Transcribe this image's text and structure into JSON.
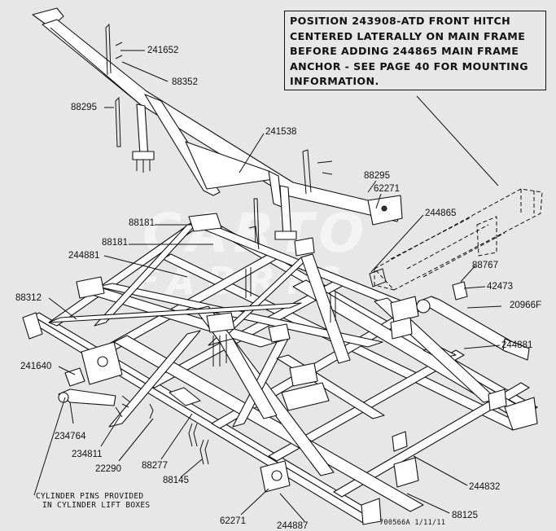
{
  "note": {
    "lines": [
      "POSITION 243908-ATD FRONT HITCH",
      "CENTERED LATERALLY ON MAIN FRAME",
      "BEFORE ADDING 244865 MAIN FRAME",
      "ANCHOR - SEE PAGE 40 FOR MOUNTING",
      "INFORMATION."
    ]
  },
  "labels": {
    "p241652": "241652",
    "p88352": "88352",
    "p88295a": "88295",
    "p241538": "241538",
    "p88295b": "88295",
    "p62271a": "62271",
    "p244865": "244865",
    "p88181a": "88181",
    "p88181b": "88181",
    "p244881a": "244881",
    "p88767": "88767",
    "p42473": "42473",
    "p20966F": "20966F",
    "p88312": "88312",
    "p241640": "241640",
    "p244881b": "244881",
    "p234764": "234764",
    "p234811": "234811",
    "p22290": "22290",
    "p88277": "88277",
    "p88145": "88145",
    "p244832": "244832",
    "p62271b": "62271",
    "p88125": "88125",
    "p244887": "244887"
  },
  "cylinder_note": {
    "line1": "CYLINDER PINS PROVIDED",
    "line2": "IN CYLINDER LIFT BOXES"
  },
  "drawing_id": "700566A  1/11/11",
  "watermark": {
    "line1": "CARTO",
    "line2": "FABRIC"
  }
}
